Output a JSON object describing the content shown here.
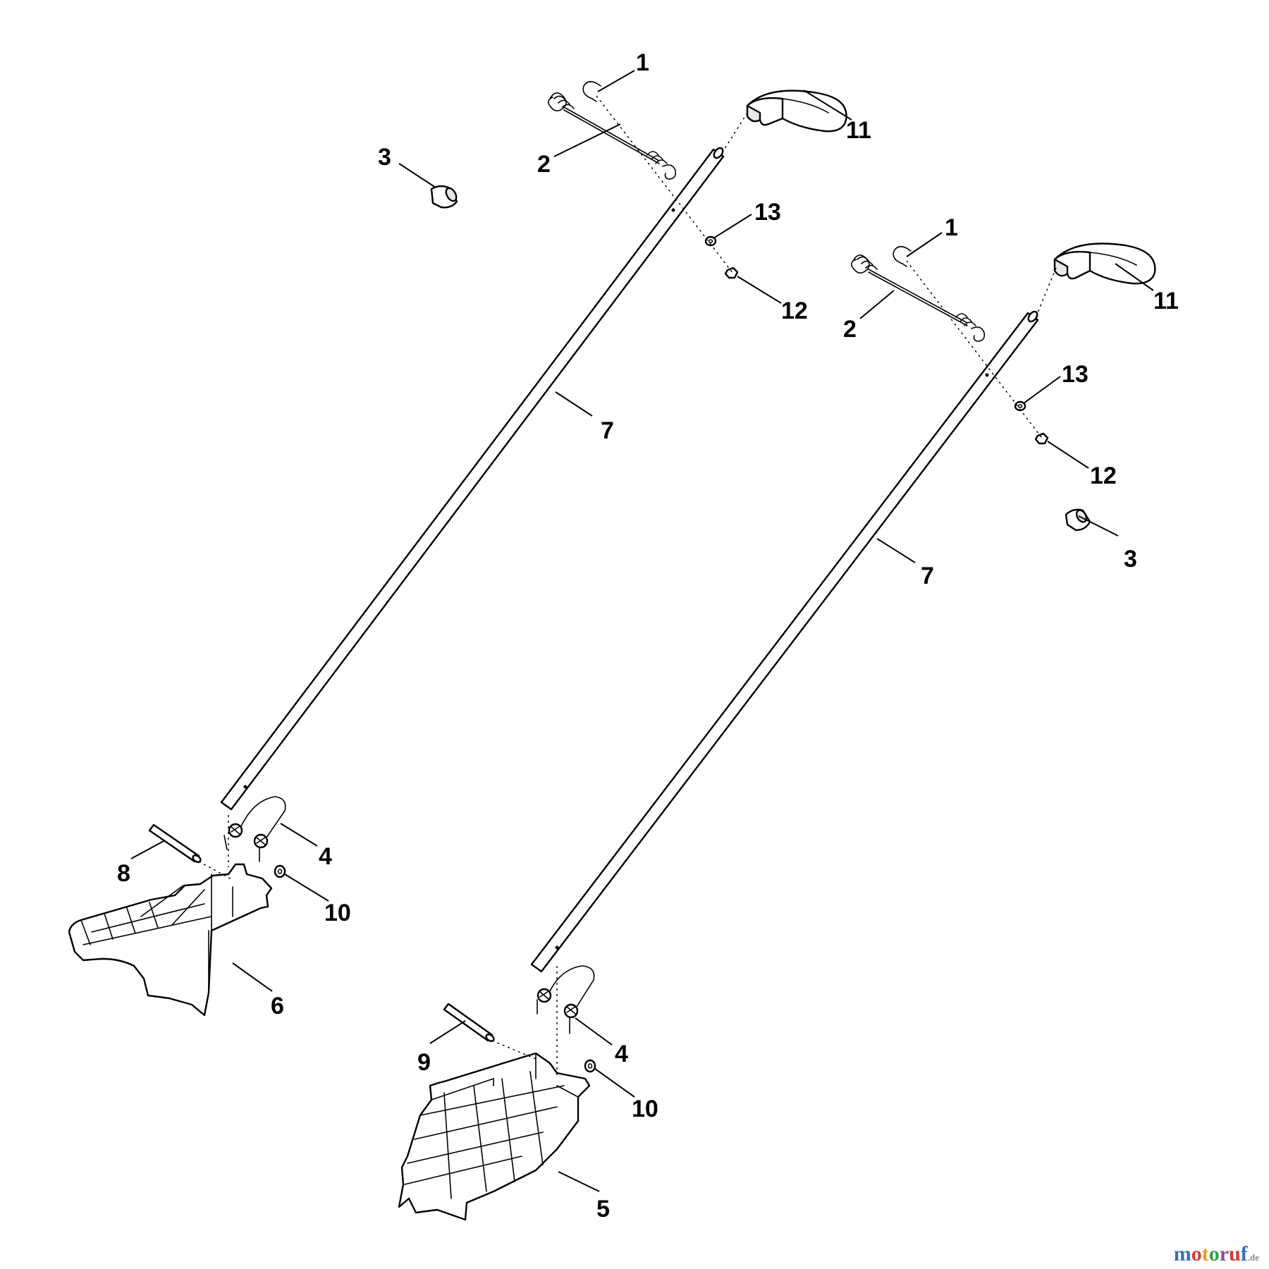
{
  "diagram": {
    "callouts": {
      "c1a": "1",
      "c2a": "2",
      "c3a": "3",
      "c11a": "11",
      "c13a": "13",
      "c12a": "12",
      "c7a": "7",
      "c1b": "1",
      "c2b": "2",
      "c11b": "11",
      "c13b": "13",
      "c12b": "12",
      "c3b": "3",
      "c7b": "7",
      "c4a": "4",
      "c8": "8",
      "c10a": "10",
      "c6": "6",
      "c4b": "4",
      "c9": "9",
      "c10b": "10",
      "c5": "5"
    }
  },
  "watermark": {
    "main": "motoruf",
    "tld": ".de"
  },
  "colors": {
    "line": "#000000",
    "background": "#ffffff",
    "watermark_m": "#3b6fb6",
    "watermark_o": "#d23c3c",
    "watermark_t": "#e0a020",
    "watermark_o2": "#3a9a4a",
    "watermark_r": "#8a4aa0",
    "watermark_u": "#d23c3c",
    "watermark_f": "#3b6fb6"
  }
}
